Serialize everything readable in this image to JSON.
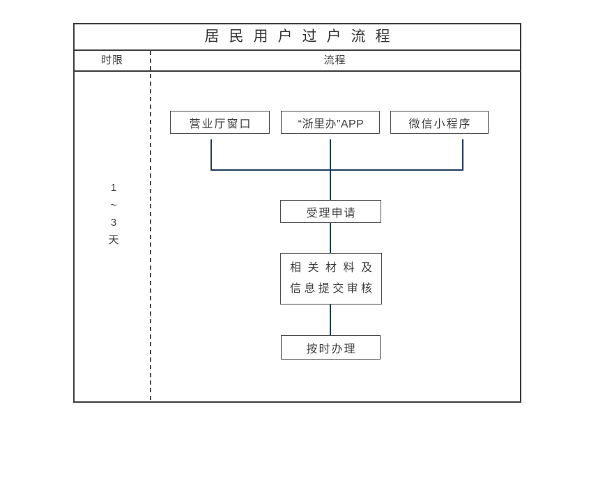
{
  "page": {
    "title": "居民用户过户流程",
    "columns": {
      "time": "时限",
      "flow": "流程"
    }
  },
  "time_limit": {
    "line1": "1",
    "line2": "~",
    "line3": "3",
    "line4": "天"
  },
  "flow": {
    "channels": [
      "营业厅窗口",
      "“浙里办”APP",
      "微信小程序"
    ],
    "steps": {
      "accept": "受理申请",
      "review_line1": "相关材料及",
      "review_line2": "信息提交审核",
      "final": "按时办理"
    }
  },
  "colors": {
    "connector": "#1f3a5c",
    "box_border": "#4a4a4a",
    "frame_border": "#3c3c3c",
    "text": "#3d3d3d"
  }
}
